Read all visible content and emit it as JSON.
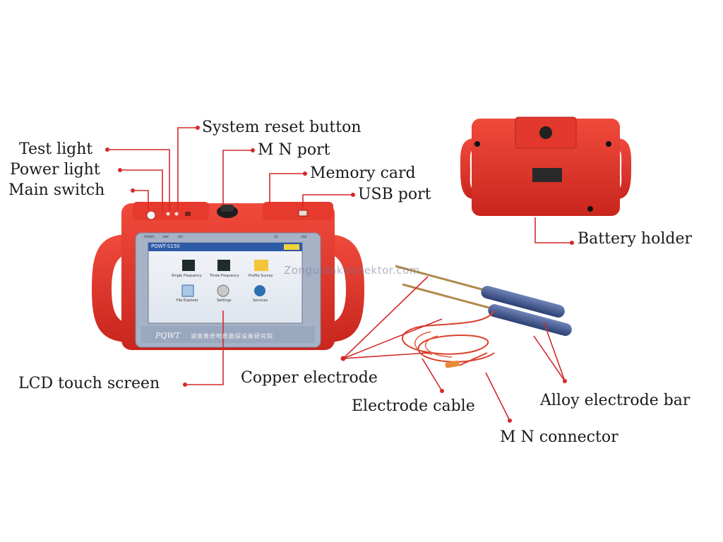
{
  "colors": {
    "device_red": "#e8352c",
    "device_dark_red": "#b8231c",
    "leader_red": "#d42a2a",
    "screen_blue": "#2d5aa6",
    "bezel_gray": "#8e9bb0"
  },
  "labels": {
    "test_light": "Test light",
    "power_light": "Power light",
    "main_switch": "Main switch",
    "system_reset": "System reset button",
    "mn_port": "M N port",
    "memory_card": "Memory card",
    "usb_port": "USB port",
    "battery_holder": "Battery holder",
    "lcd_touch_screen": "LCD touch screen",
    "copper_electrode": "Copper electrode",
    "electrode_cable": "Electrode cable",
    "alloy_electrode_bar": "Alloy electrode bar",
    "mn_connector": "M N connector"
  },
  "device": {
    "brand": "PQWT",
    "brand_sub": "湖南普奇地质勘探设备研究院",
    "screen_title": "PQWT-S150",
    "menu": [
      "Single Frequency",
      "Three Frequency",
      "Profile Survey",
      "File Explorer",
      "Settings",
      "Services"
    ],
    "top_indicators": [
      "POWER",
      "LINK",
      "REC"
    ],
    "top_right": [
      "SD",
      "USB"
    ]
  },
  "watermark": "Zonguldakdedektor.com"
}
